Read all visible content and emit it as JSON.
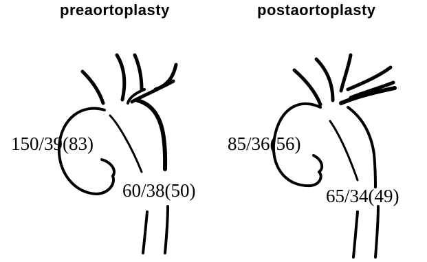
{
  "panels": [
    {
      "title": "preaortoplasty",
      "ascending_pressure": "150/39(83)",
      "descending_pressure": "60/38(50)"
    },
    {
      "title": "postaortoplasty",
      "ascending_pressure": "85/36(56)",
      "descending_pressure": "65/34(49)"
    }
  ]
}
